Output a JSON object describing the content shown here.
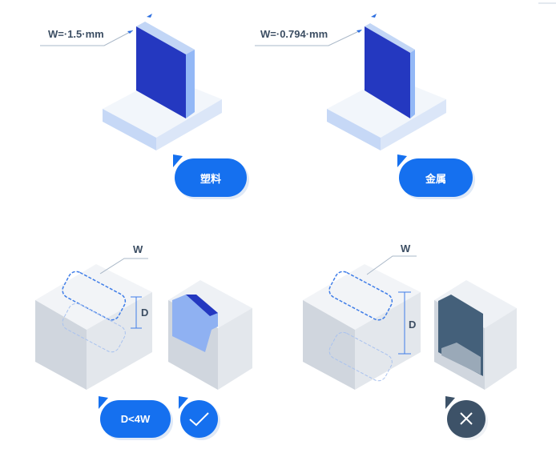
{
  "panels": [
    {
      "width_label": "W=·1.5·mm",
      "material": "塑料"
    },
    {
      "width_label": "W=·0.794·mm",
      "material": "金属"
    }
  ],
  "depth_panels": [
    {
      "w_label": "W",
      "d_label": "D",
      "rule": "D<4W",
      "result_icon": "check-icon",
      "result": "ok"
    },
    {
      "w_label": "W",
      "d_label": "D",
      "result_icon": "close-icon",
      "result": "fail"
    }
  ],
  "colors": {
    "accent": "#1570ef",
    "wall": "#2438c0",
    "fail": "#3d5268",
    "label": "#3c4e63"
  }
}
